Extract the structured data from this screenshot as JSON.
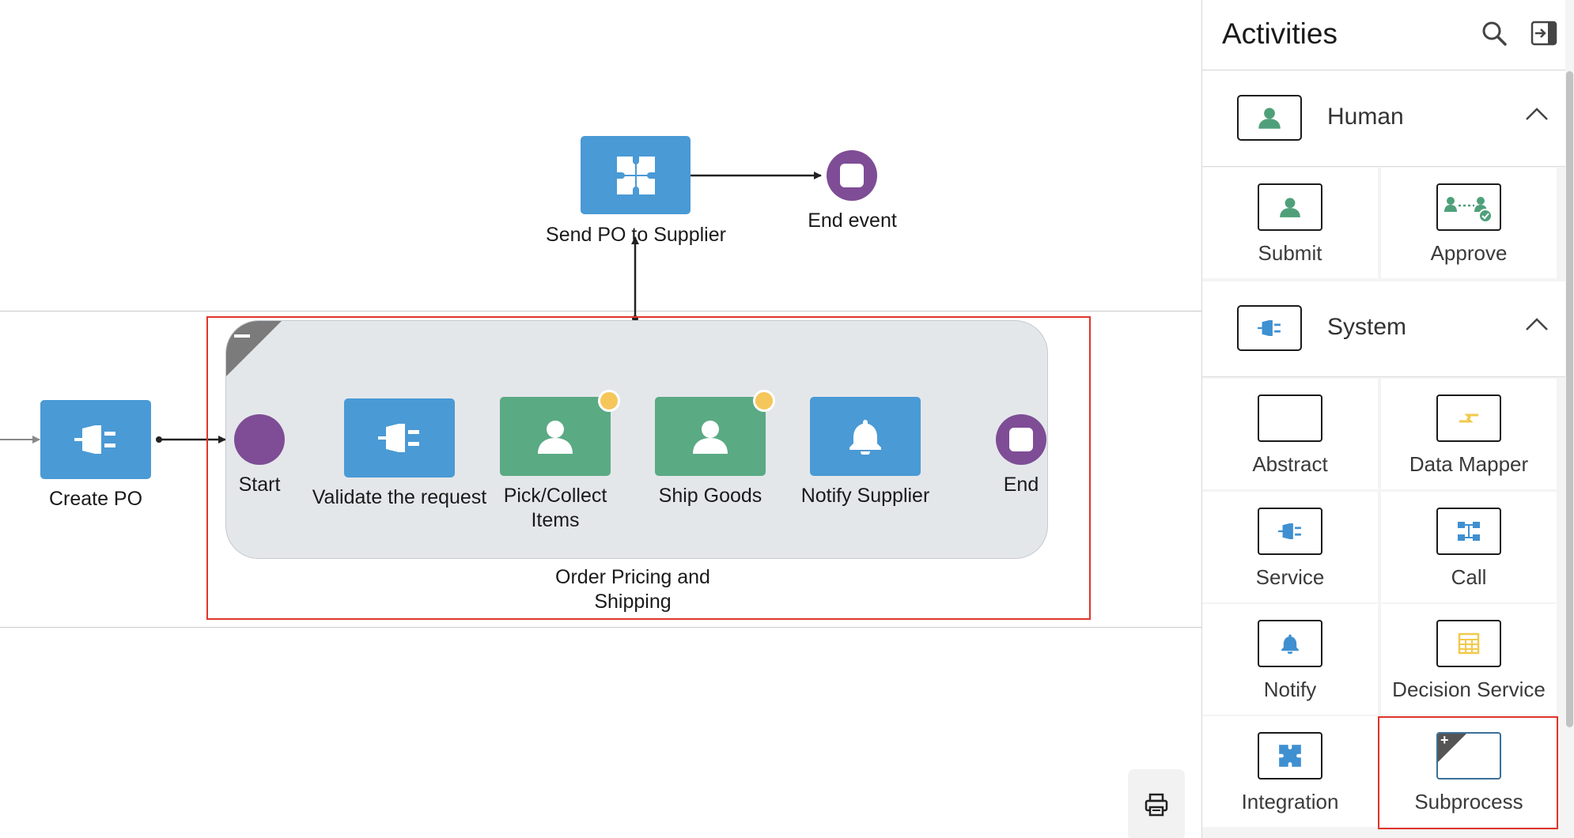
{
  "canvas": {
    "nodes": {
      "send_po": "Send PO to Supplier",
      "end_event": "End event",
      "create_po": "Create PO",
      "start": "Start",
      "validate": "Validate the request",
      "pick_collect": "Pick/Collect\nItems",
      "ship_goods": "Ship Goods",
      "notify_supplier": "Notify Supplier",
      "end": "End"
    },
    "subprocess_label": "Order Pricing and\nShipping"
  },
  "palette": {
    "title": "Activities",
    "sections": [
      {
        "title": "Human",
        "items": [
          {
            "label": "Submit"
          },
          {
            "label": "Approve"
          }
        ]
      },
      {
        "title": "System",
        "items": [
          {
            "label": "Abstract"
          },
          {
            "label": "Data Mapper"
          },
          {
            "label": "Service"
          },
          {
            "label": "Call"
          },
          {
            "label": "Notify"
          },
          {
            "label": "Decision Service"
          },
          {
            "label": "Integration"
          },
          {
            "label": "Subprocess"
          }
        ]
      }
    ],
    "icons": {
      "search": "search-icon",
      "collapse": "collapse-panel-icon"
    }
  },
  "colors": {
    "service_blue": "#4a9ad5",
    "human_green": "#5aaa84",
    "event_purple": "#7e4d96",
    "selection_red": "#e0352b",
    "badge_yellow": "#f5c65a"
  }
}
